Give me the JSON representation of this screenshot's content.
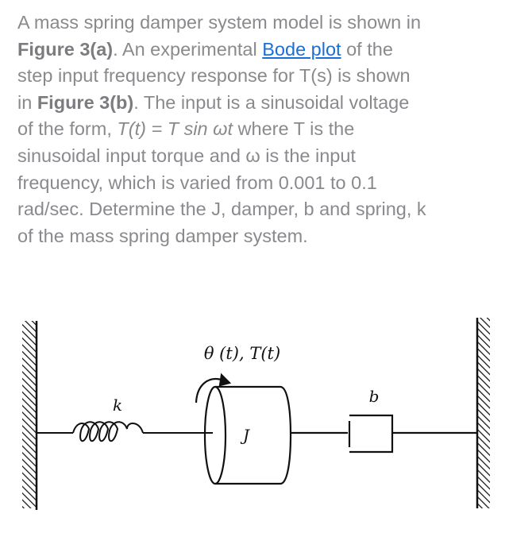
{
  "question": {
    "lines": [
      {
        "parts": [
          {
            "t": "A mass spring damper system model is shown in",
            "s": "normal"
          }
        ]
      },
      {
        "parts": [
          {
            "t": "Figure 3(a)",
            "s": "bold"
          },
          {
            "t": ". An experimental ",
            "s": "normal"
          },
          {
            "t": "Bode plot",
            "s": "link"
          },
          {
            "t": " of the",
            "s": "normal"
          }
        ]
      },
      {
        "parts": [
          {
            "t": "step input frequency response for T(s) is shown",
            "s": "normal"
          }
        ]
      },
      {
        "parts": [
          {
            "t": "in ",
            "s": "normal"
          },
          {
            "t": "Figure 3(b)",
            "s": "bold"
          },
          {
            "t": ". The input is a sinusoidal voltage",
            "s": "normal"
          }
        ]
      },
      {
        "parts": [
          {
            "t": "of the form, ",
            "s": "normal"
          },
          {
            "t": "T(t) = T sin ωt",
            "s": "italic"
          },
          {
            "t": " where T is the",
            "s": "normal"
          }
        ]
      },
      {
        "parts": [
          {
            "t": "sinusoidal input torque and ω is the input",
            "s": "normal"
          }
        ]
      },
      {
        "parts": [
          {
            "t": "frequency, which is varied from 0.001 to  0.1",
            "s": "normal"
          }
        ]
      },
      {
        "parts": [
          {
            "t": "rad/sec. Determine the J, damper, b and spring, k",
            "s": "normal"
          }
        ]
      },
      {
        "parts": [
          {
            "t": "of the mass spring damper system.",
            "s": "normal"
          }
        ]
      }
    ],
    "link_color": "#1a6fd4",
    "text_color": "#8a8a8e"
  },
  "figure": {
    "labels": {
      "theta_torque": "θ (t), T(t)",
      "spring": "k",
      "inertia": "J",
      "damper": "b"
    }
  }
}
